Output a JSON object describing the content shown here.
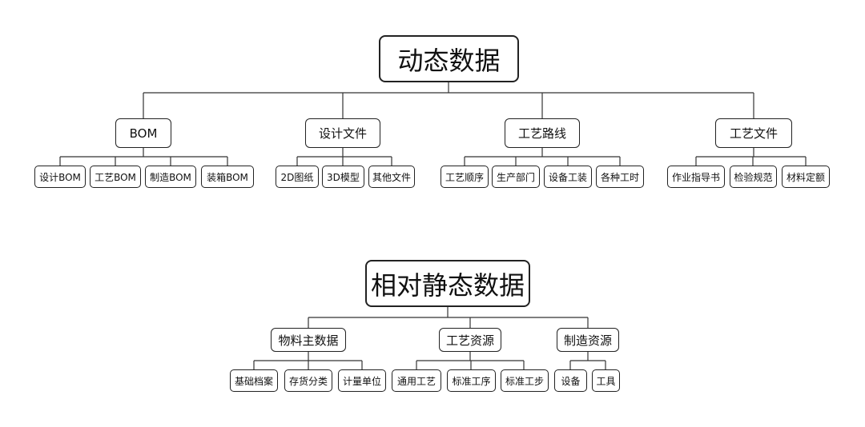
{
  "dynamic": {
    "root": "动态数据",
    "groups": [
      {
        "label": "BOM",
        "children": [
          "设计BOM",
          "工艺BOM",
          "制造BOM",
          "装箱BOM"
        ]
      },
      {
        "label": "设计文件",
        "children": [
          "2D图纸",
          "3D模型",
          "其他文件"
        ]
      },
      {
        "label": "工艺路线",
        "children": [
          "工艺顺序",
          "生产部门",
          "设备工装",
          "各种工时"
        ]
      },
      {
        "label": "工艺文件",
        "children": [
          "作业指导书",
          "检验规范",
          "材料定额"
        ]
      }
    ]
  },
  "static": {
    "root": "相对静态数据",
    "groups": [
      {
        "label": "物料主数据",
        "children": [
          "基础档案",
          "存货分类",
          "计量单位"
        ]
      },
      {
        "label": "工艺资源",
        "children": [
          "通用工艺",
          "标准工序",
          "标准工步"
        ]
      },
      {
        "label": "制造资源",
        "children": [
          "设备",
          "工具"
        ]
      }
    ]
  }
}
